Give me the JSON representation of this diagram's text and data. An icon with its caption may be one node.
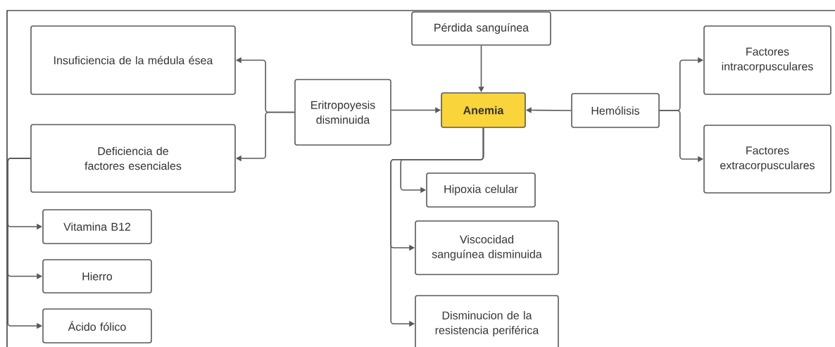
{
  "diagram": {
    "nodes": [
      {
        "text": [
          "Insuficiencia de la médula ésea"
        ]
      },
      {
        "text": [
          "Deficiencia de factores esenciales"
        ]
      },
      {
        "text": [
          "Vitamina B12"
        ]
      },
      {
        "text": [
          "Hierro"
        ]
      },
      {
        "text": [
          "Ácido fólico"
        ]
      },
      {
        "text": [
          "Eritropoyesis disminuida"
        ]
      },
      {
        "text": [
          "Pérdida sanguínea"
        ]
      },
      {
        "text": [
          "Anemia"
        ]
      },
      {
        "text": [
          "Hemólisis"
        ]
      },
      {
        "text": [
          "Factores intracorpusculares"
        ]
      },
      {
        "text": [
          "Factores extracorpusculares"
        ]
      },
      {
        "text": [
          "Hipoxia celular"
        ]
      },
      {
        "text": [
          "Viscocidad sanguínea disminuida"
        ]
      },
      {
        "text": [
          "Disminucion de la resistencia periférica"
        ]
      }
    ],
    "edges": [
      {
        "from": 5,
        "to": 0,
        "arrow": "to"
      },
      {
        "from": 5,
        "to": 1,
        "arrow": "to"
      },
      {
        "from": 6,
        "to": 7,
        "arrow": "to"
      },
      {
        "from": 5,
        "to": 7,
        "arrow": "to"
      },
      {
        "from": 8,
        "to": 7,
        "arrow": "to"
      },
      {
        "from": 8,
        "to": 9,
        "arrow": "to"
      },
      {
        "from": 8,
        "to": 10,
        "arrow": "to"
      },
      {
        "from": 1,
        "to": 2,
        "arrow": "to"
      },
      {
        "from": 1,
        "to": 3,
        "arrow": "to"
      },
      {
        "from": 1,
        "to": 4,
        "arrow": "to"
      },
      {
        "from": 7,
        "to": 11,
        "arrow": "to"
      },
      {
        "from": 7,
        "to": 12,
        "arrow": "to"
      },
      {
        "from": 7,
        "to": 13,
        "arrow": "to"
      }
    ]
  }
}
